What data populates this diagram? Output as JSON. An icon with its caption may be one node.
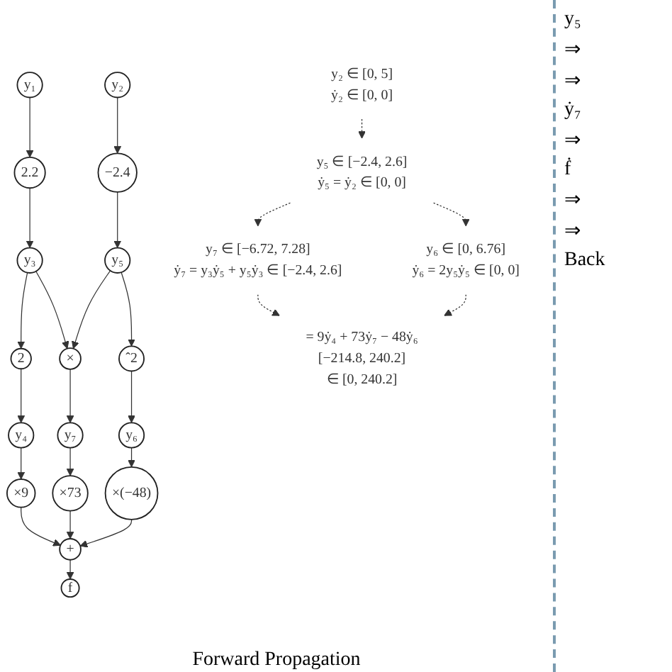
{
  "diagram": {
    "nodes": [
      {
        "text": [
          "y₁"
        ]
      },
      {
        "text": [
          "2.2"
        ]
      },
      {
        "text": [
          "y₃"
        ]
      },
      {
        "text": [
          "2"
        ]
      },
      {
        "text": [
          "y₄"
        ]
      },
      {
        "text": [
          "×9"
        ]
      },
      {
        "text": [
          "y₂"
        ]
      },
      {
        "text": [
          "−2.4"
        ]
      },
      {
        "text": [
          "y₅"
        ]
      },
      {
        "text": [
          "×"
        ]
      },
      {
        "text": [
          "ˆ2"
        ]
      },
      {
        "text": [
          "y₇"
        ]
      },
      {
        "text": [
          "y₆"
        ]
      },
      {
        "text": [
          "×73"
        ]
      },
      {
        "text": [
          "×(−48)"
        ]
      },
      {
        "text": [
          "+"
        ]
      },
      {
        "text": [
          "f"
        ]
      },
      {
        "text": [
          "y₂ ∈ [0, 5]",
          "ẏ₂ ∈ [0, 0]"
        ]
      },
      {
        "text": [
          "y₅ ∈ [−2.4, 2.6]",
          "ẏ₅ = ẏ₂ ∈ [0, 0]"
        ]
      },
      {
        "text": [
          "y₇ ∈ [−6.72, 7.28]",
          "ẏ₇ = y₃ẏ₅ + y₅ẏ₃ ∈ [−2.4, 2.6]"
        ]
      },
      {
        "text": [
          "y₆ ∈ [0, 6.76]",
          "ẏ₆ = 2y₅ẏ₅ ∈ [0, 0]"
        ]
      },
      {
        "text": [
          "= 9ẏ₄ + 73ẏ₇ − 48ẏ₆",
          "[−214.8, 240.2]",
          "∈ [0, 240.2]"
        ]
      }
    ],
    "edges": [
      {
        "from": 0,
        "to": 1,
        "arrow": "to"
      },
      {
        "from": 1,
        "to": 2,
        "arrow": "to"
      },
      {
        "from": 2,
        "to": 3,
        "arrow": "to"
      },
      {
        "from": 3,
        "to": 4,
        "arrow": "to"
      },
      {
        "from": 4,
        "to": 5,
        "arrow": "to"
      },
      {
        "from": 6,
        "to": 7,
        "arrow": "to"
      },
      {
        "from": 7,
        "to": 8,
        "arrow": "to"
      },
      {
        "from": 2,
        "to": 9,
        "arrow": "to"
      },
      {
        "from": 8,
        "to": 9,
        "arrow": "to"
      },
      {
        "from": 8,
        "to": 10,
        "arrow": "to"
      },
      {
        "from": 9,
        "to": 11,
        "arrow": "to"
      },
      {
        "from": 10,
        "to": 12,
        "arrow": "to"
      },
      {
        "from": 11,
        "to": 13,
        "arrow": "to"
      },
      {
        "from": 12,
        "to": 14,
        "arrow": "to"
      },
      {
        "from": 5,
        "to": 15,
        "arrow": "to"
      },
      {
        "from": 13,
        "to": 15,
        "arrow": "to"
      },
      {
        "from": 14,
        "to": 15,
        "arrow": "to"
      },
      {
        "from": 15,
        "to": 16,
        "arrow": "to"
      },
      {
        "from": 17,
        "to": 18,
        "arrow": "to",
        "style": "dashed"
      },
      {
        "from": 18,
        "to": 19,
        "arrow": "to",
        "style": "dashed"
      },
      {
        "from": 18,
        "to": 20,
        "arrow": "to",
        "style": "dashed"
      },
      {
        "from": 19,
        "to": 21,
        "arrow": "to",
        "style": "dashed"
      },
      {
        "from": 20,
        "to": 21,
        "arrow": "to",
        "style": "dashed"
      }
    ],
    "labels": [
      "y₅",
      "⇒",
      "⇒",
      "ẏ₇",
      "⇒",
      "ḟ",
      "⇒",
      "⇒",
      "Forward Propagation",
      "Back"
    ]
  }
}
